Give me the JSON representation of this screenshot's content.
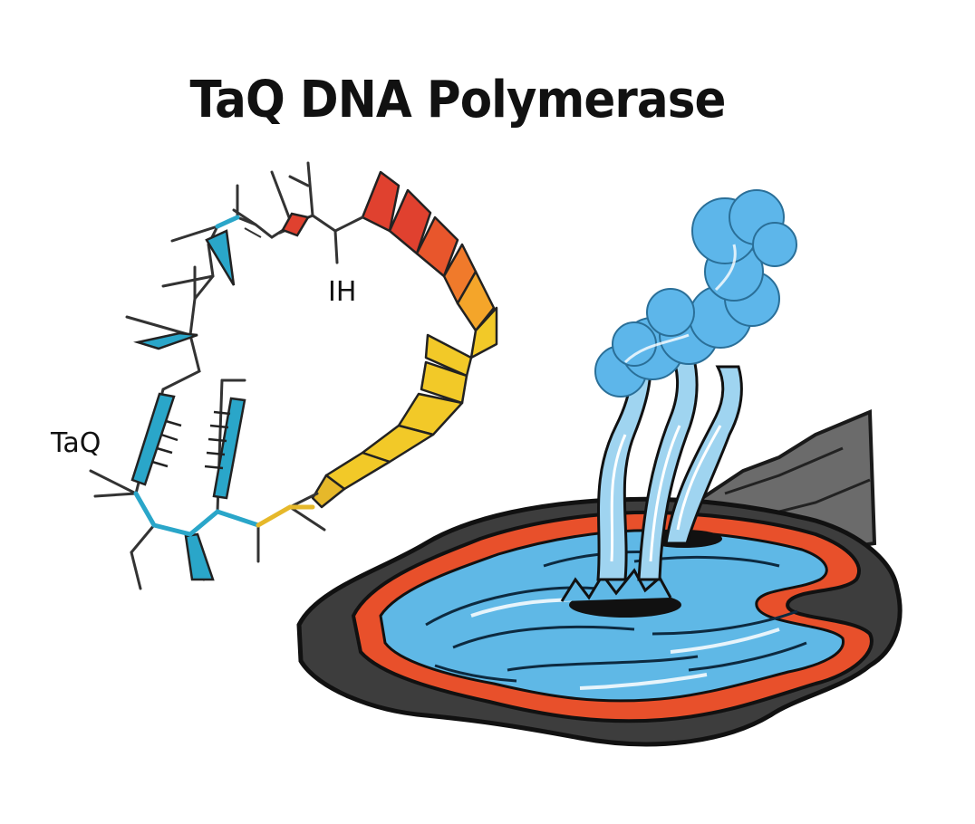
{
  "title": "TaQ DNA Polymerase",
  "labels": {
    "ih": "IH",
    "taq": "TaQ"
  },
  "colors": {
    "helix_red": "#e0412f",
    "helix_orange": "#f07a2b",
    "helix_yellow": "#f2c928",
    "strand_cyan": "#2aa6c9",
    "water": "#5fb8e6",
    "rim_red": "#e8502b",
    "rock": "#555555",
    "steam": "#5db6ea"
  }
}
